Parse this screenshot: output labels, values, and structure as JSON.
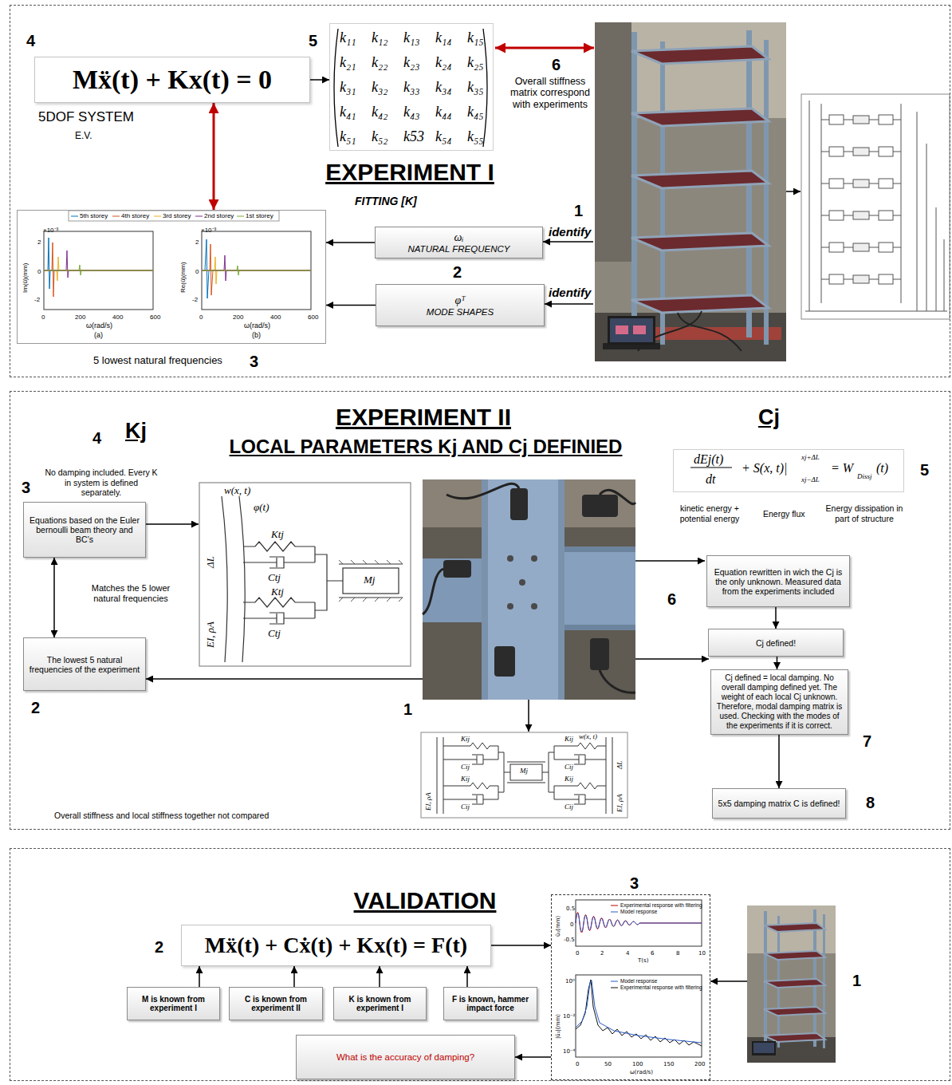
{
  "diagram": {
    "nodes": [
      {
        "text": [
          "EXPERIMENT I"
        ]
      },
      {
        "text": [
          "Mẍ(t) + Kx(t) = 0"
        ],
        "in": 0
      },
      {
        "text": [
          "k₁₁",
          "k₁₂",
          "k₁₃",
          "k₁₄",
          "k₁₅",
          "k₂₁",
          "k₂₂",
          "k₂₃",
          "k₂₄",
          "k₂₅",
          "k₃₁",
          "k₃₂",
          "k₃₃",
          "k₃₄",
          "k₃₅",
          "k₄₁",
          "k₄₂",
          "k₄₃",
          "k₄₄",
          "k₄₅",
          "k₅₁",
          "k₅₂",
          "k53",
          "k₅₄",
          "k₅₅"
        ],
        "in": 0
      },
      {
        "text": [
          "×10⁻³",
          "2",
          "0",
          "-2",
          "0",
          "200",
          "400",
          "600",
          "Im(ū)(mm)",
          "ω(rad/s)",
          "(a)",
          "×10⁻³",
          "2",
          "0",
          "-2",
          "0",
          "200",
          "400",
          "600",
          "Re(ū)(mm)",
          "ω(rad/s)",
          "(b)"
        ],
        "in": 0
      },
      {
        "text": [
          "ωᵢ",
          "NATURAL FREQUENCY"
        ],
        "in": 0
      },
      {
        "text": [
          "φᵀ",
          "MODE SHAPES"
        ],
        "in": 0
      },
      {
        "text": [
          "EXPERIMENT II",
          "LOCAL PARAMETERS Kj AND Cj DEFINIED"
        ]
      },
      {
        "text": [
          "Equations based on the Euler bernoulli beam theory and BC’s"
        ],
        "in": 6
      },
      {
        "text": [
          "dEj(t)",
          "dt",
          "+ S(x, t)|",
          "xj+ΔL",
          "xj−ΔL",
          "= W",
          "Dissj",
          "(t)"
        ],
        "in": 6
      },
      {
        "text": [
          "Equation rewritten in wich the Cj is the only unknown. Measured data from the experiments included"
        ],
        "in": 6
      },
      {
        "text": [
          "The lowest 5 natural frequencies of the experiment"
        ],
        "in": 6
      },
      {
        "text": [
          "Cj defined!"
        ],
        "in": 6
      },
      {
        "text": [
          "Cj defined = local damping. No overall damping defined yet. The weight of each local Cj unknown. Therefore, modal damping matrix is used. Checking with the modes of the experiments if it is correct."
        ],
        "in": 6
      },
      {
        "text": [
          "5x5 damping matrix C is defined!"
        ],
        "in": 6
      },
      {
        "text": [
          "VALIDATION"
        ]
      },
      {
        "text": [
          "Mẍ(t) + Cẋ(t) + Kx(t) = F(t)"
        ],
        "in": 14
      },
      {
        "text": [
          "0.5",
          "0",
          "-0.5",
          "0",
          "2",
          "4",
          "6",
          "8",
          "10",
          "T(s)",
          "ū₁(mm)",
          "10⁰",
          "10⁻²",
          "10⁻⁴",
          "0",
          "50",
          "100",
          "150",
          "200",
          "ω(rad/s)",
          "|ū₁|(mm)"
        ],
        "in": 14
      },
      {
        "text": [
          "M is known from experiment I"
        ],
        "in": 14
      },
      {
        "text": [
          "C is known from experiment II"
        ],
        "in": 14
      },
      {
        "text": [
          "K is known from experiment I"
        ],
        "in": 14
      },
      {
        "text": [
          "F is known, hammer impact force"
        ],
        "in": 14
      },
      {
        "text": [
          "What is the accuracy of damping?"
        ],
        "in": 14
      }
    ],
    "edges": [
      {
        "from": 1,
        "to": 2,
        "arrow": "to"
      },
      {
        "from": 1,
        "to": 3,
        "arrow": "both"
      },
      {
        "from": 4,
        "to": 3,
        "arrow": "to"
      },
      {
        "from": 5,
        "to": 3,
        "arrow": "to"
      },
      {
        "from": 7,
        "to": 10,
        "arrow": "both"
      },
      {
        "from": 9,
        "to": 11,
        "arrow": "to"
      },
      {
        "from": 11,
        "to": 12,
        "arrow": "to"
      },
      {
        "from": 12,
        "to": 13,
        "arrow": "to"
      },
      {
        "from": 17,
        "to": 15,
        "arrow": "to"
      },
      {
        "from": 18,
        "to": 15,
        "arrow": "to"
      },
      {
        "from": 19,
        "to": 15,
        "arrow": "to"
      },
      {
        "from": 20,
        "to": 15,
        "arrow": "to"
      },
      {
        "from": 15,
        "to": 16,
        "arrow": "to"
      },
      {
        "from": 16,
        "to": 21,
        "arrow": "to"
      }
    ],
    "labels": [
      "4",
      "5DOF SYSTEM",
      "E.V.",
      "5",
      "6",
      "Overall stiffness matrix correspond with experiments",
      "FITTING [K]",
      "1",
      "identify",
      "2",
      "identify",
      "5 lowest natural frequencies",
      "3",
      "4",
      "Kj",
      "No damping included. Every K in system is defined separately.",
      "3",
      "Matches the 5 lower natural frequencies",
      "2",
      "1",
      "Cj",
      "5",
      "kinetic energy + potential energy",
      "Energy flux",
      "Energy dissipation in part of structure",
      "6",
      "7",
      "8",
      "Overall stiffness and local stiffness together not compared",
      "w(x, t)",
      "φ(t)",
      "Ktj",
      "Ctj",
      "Ktj",
      "Ctj",
      "Mj",
      "ΔL",
      "EI, ρA",
      "EI, ρA",
      "Kij",
      "Cij",
      "Kij",
      "Cij",
      "Mj",
      "Kij",
      "Cij",
      "Kij",
      "Cij",
      "w(x, t)",
      "ΔL",
      "EI, ρA",
      "2",
      "3",
      "1"
    ],
    "legend": [
      {
        "text": "5th storey"
      },
      {
        "text": "4th storey"
      },
      {
        "text": "3rd storey"
      },
      {
        "text": "2nd storey"
      },
      {
        "text": "1st storey"
      },
      {
        "text": "Experimental response with filtering"
      },
      {
        "text": "Model response"
      },
      {
        "text": "Model response"
      },
      {
        "text": "Experimental response with filtering"
      }
    ]
  }
}
